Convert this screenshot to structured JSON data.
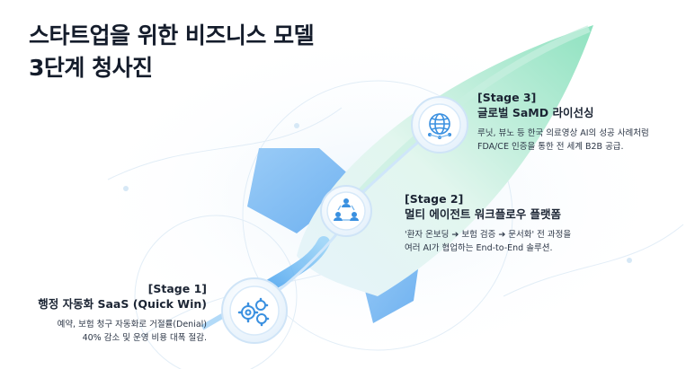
{
  "title": {
    "line1": "스타트업을 위한 비즈니스 모델",
    "line2": "3단계 청사진"
  },
  "stages": [
    {
      "tag": "[Stage 1]",
      "name": "행정 자동화 SaaS (Quick Win)",
      "desc_line1": "예약, 보험 청구 자동화로 거절률(Denial)",
      "desc_line2": "40% 감소 및 운영 비용 대폭 절감.",
      "icon": "gears-icon"
    },
    {
      "tag": "[Stage 2]",
      "name": "멀티 에이전트 워크플로우 플랫폼",
      "desc_line1": "'환자 온보딩 ➔ 보험 검증 ➔ 문서화' 전 과정을",
      "desc_line2": "여러 AI가 협업하는 End-to-End 솔루션.",
      "icon": "agents-network-icon"
    },
    {
      "tag": "[Stage 3]",
      "name": "글로벌 SaMD 라이선싱",
      "desc_line1": "루닛, 뷰노 등 한국 의료영상 AI의 성공 사례처럼",
      "desc_line2": "FDA/CE 인증을 통한 전 세계 B2B 공급.",
      "icon": "globe-network-icon"
    }
  ],
  "colors": {
    "rocket_light": "#dff6ee",
    "rocket_green": "#7fdcb6",
    "fin_blue": "#6cb0f2",
    "trail_blue": "#5aaef0",
    "icon_blue": "#2f8ce0",
    "title": "#141c2b"
  }
}
